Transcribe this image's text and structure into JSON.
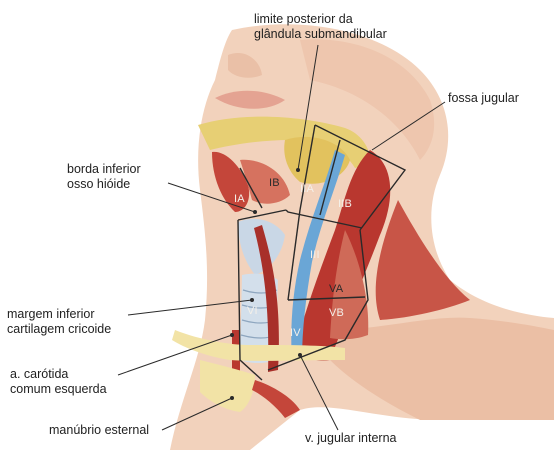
{
  "labels": {
    "limite_posterior": [
      "limite posterior da",
      "glândula submandibular"
    ],
    "fossa_jugular": "fossa jugular",
    "borda_inferior": [
      "borda inferior",
      "osso hióide"
    ],
    "margem_inferior": [
      "margem inferior",
      "cartilagem cricoide"
    ],
    "carotida": [
      "a. carótida",
      "comum esquerda"
    ],
    "manubrio": "manúbrio esternal",
    "jugular_interna": "v. jugular interna"
  },
  "levels": {
    "IA": "IA",
    "IB": "IB",
    "IIA": "IIA",
    "IIB": "IIB",
    "III": "III",
    "IV": "IV",
    "VA": "VA",
    "VB": "VB",
    "VI": "VI"
  },
  "colors": {
    "skin": "#f2d2bc",
    "skin_shadow": "#e4b79c",
    "muscle": "#c4463a",
    "muscle_dark": "#9a2e28",
    "gland": "#e7cf74",
    "bone": "#f2e3a6",
    "cartilage": "#c9d7e6",
    "vein": "#6aa6d6",
    "outline": "#2a2a2a"
  }
}
